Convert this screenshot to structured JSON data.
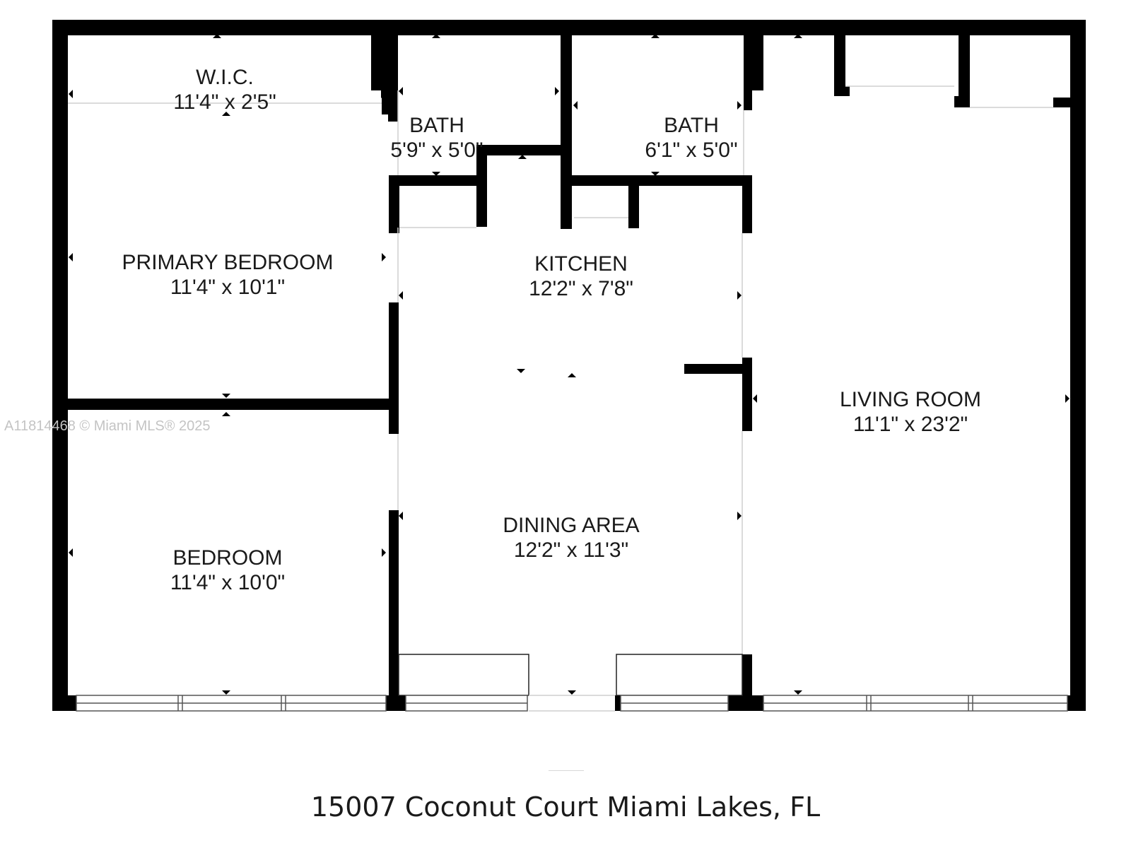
{
  "rooms": {
    "wic": {
      "name": "W.I.C.",
      "size": "11'4\" x 2'5\""
    },
    "bath_left": {
      "name": "BATH",
      "size": "5'9\" x 5'0\""
    },
    "bath_right": {
      "name": "BATH",
      "size": "6'1\" x 5'0\""
    },
    "primary_bedroom": {
      "name": "PRIMARY BEDROOM",
      "size": "11'4\" x 10'1\""
    },
    "kitchen": {
      "name": "KITCHEN",
      "size": "12'2\" x 7'8\""
    },
    "living_room": {
      "name": "LIVING ROOM",
      "size": "11'1\" x 23'2\""
    },
    "dining_area": {
      "name": "DINING AREA",
      "size": "12'2\" x 11'3\""
    },
    "bedroom": {
      "name": "BEDROOM",
      "size": "11'4\" x 10'0\""
    }
  },
  "watermark": "A11814468 © Miami MLS® 2025",
  "address": "15007 Coconut Court Miami Lakes, FL",
  "colors": {
    "wall": "#000000",
    "window_frame": "#555555",
    "label": "#1a1a1a",
    "watermark": "#c4c4c4"
  }
}
